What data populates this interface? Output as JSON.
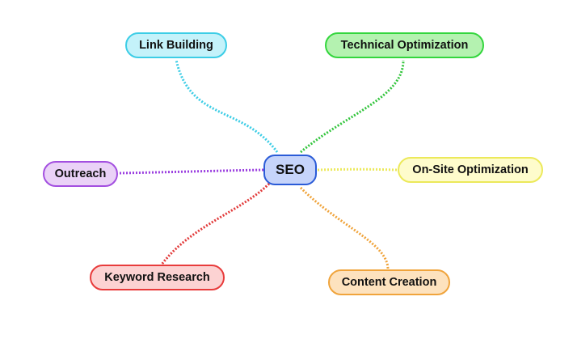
{
  "center": {
    "label": "SEO",
    "fill": "#c6d4fa",
    "border": "#2a5bd7"
  },
  "branches": [
    {
      "id": "link-building",
      "label": "Link Building",
      "fill": "#c4f2fa",
      "border": "#3ccde6",
      "line": "#3ccde6"
    },
    {
      "id": "technical",
      "label": "Technical Optimization",
      "fill": "#b4f2b0",
      "border": "#33d63d",
      "line": "#33c53d"
    },
    {
      "id": "outreach",
      "label": "Outreach",
      "fill": "#ead2f7",
      "border": "#a34fe0",
      "line": "#9b3fe0"
    },
    {
      "id": "onsite",
      "label": "On-Site Optimization",
      "fill": "#fefccc",
      "border": "#ece95a",
      "line": "#ece95a"
    },
    {
      "id": "keyword",
      "label": "Keyword Research",
      "fill": "#fcd2d2",
      "border": "#e83b3b",
      "line": "#e23b3b"
    },
    {
      "id": "content",
      "label": "Content Creation",
      "fill": "#fde2be",
      "border": "#f0a43c",
      "line": "#f0a43c"
    }
  ]
}
